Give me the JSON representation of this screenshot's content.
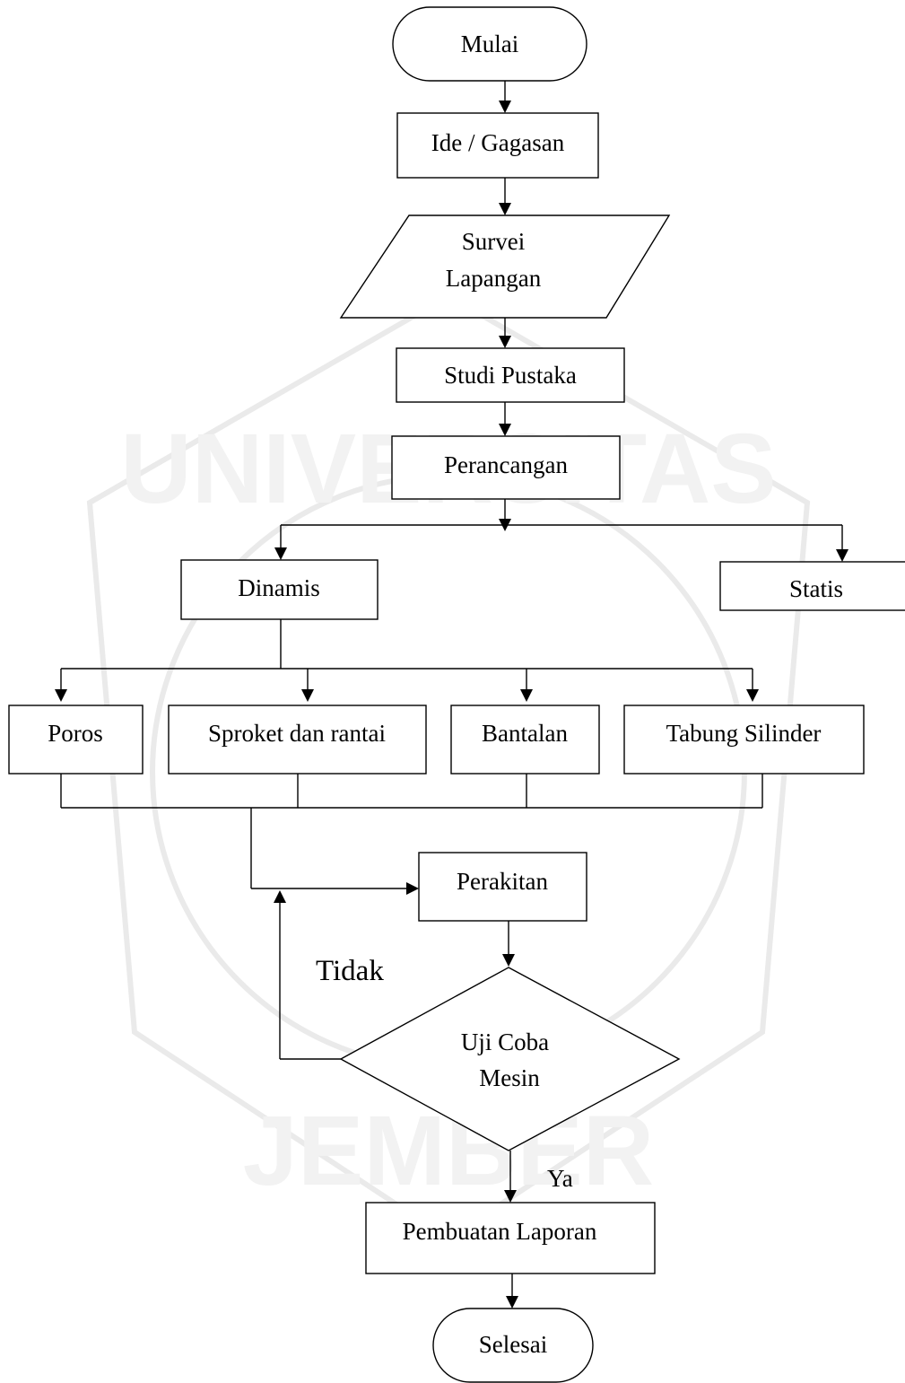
{
  "nodes": {
    "start": "Mulai",
    "idea": "Ide / Gagasan",
    "survey_line1": "Survei",
    "survey_line2": "Lapangan",
    "literature": "Studi Pustaka",
    "design": "Perancangan",
    "dynamic": "Dinamis",
    "static": "Statis",
    "shaft": "Poros",
    "sprocket": "Sproket dan rantai",
    "bearing": "Bantalan",
    "cylinder": "Tabung Silinder",
    "assembly": "Perakitan",
    "test_line1": "Uji Coba",
    "test_line2": "Mesin",
    "report": "Pembuatan Laporan",
    "end": "Selesai"
  },
  "edges": {
    "no_label": "Tidak",
    "yes_label": "Ya"
  },
  "watermark": {
    "top_text": "UNIVERSITAS",
    "bottom_text": "JEMBER"
  },
  "colors": {
    "stroke": "#000000",
    "background": "#ffffff",
    "watermark": "#eaeaea"
  }
}
